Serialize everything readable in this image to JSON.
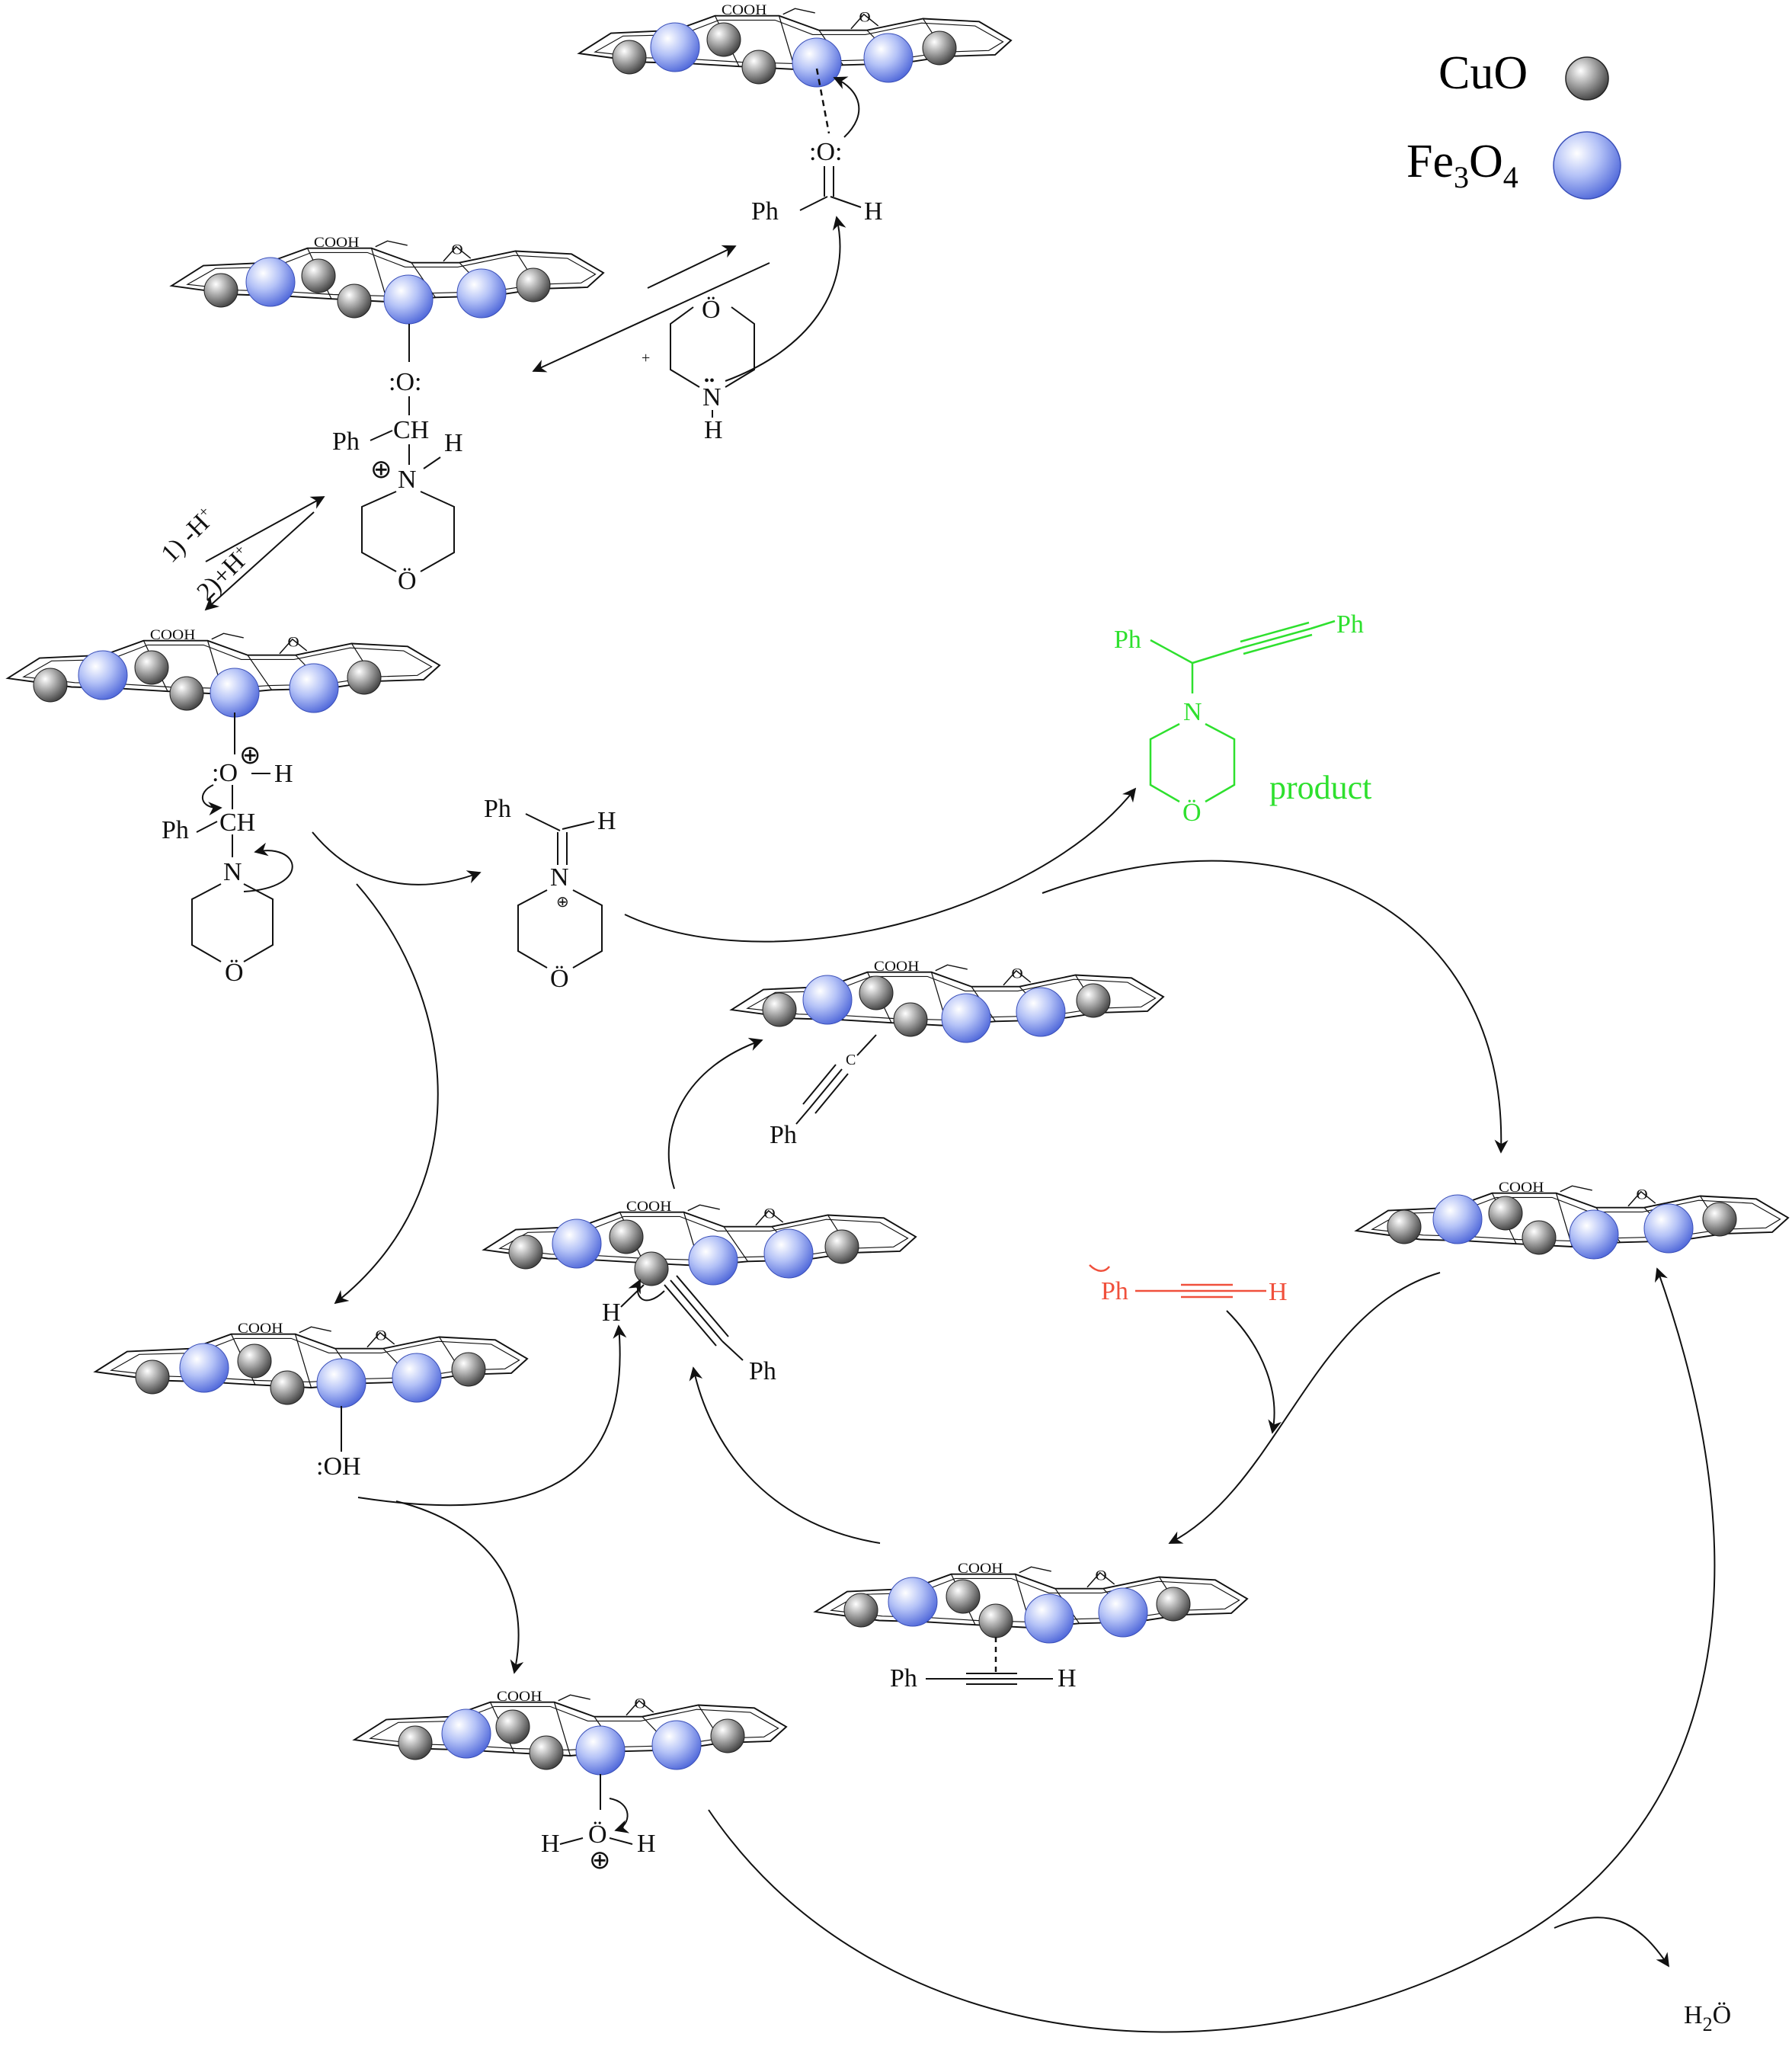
{
  "legend": {
    "cuo_label": "CuO",
    "fe3o4_prefix": "Fe",
    "fe3o4_sub1": "3",
    "fe3o4_mid": "O",
    "fe3o4_sub2": "4"
  },
  "colors": {
    "fe3o4_sphere": "#8fa2ee",
    "cuo_sphere": "#8c8c8c",
    "product_green": "#2ee02e",
    "reactant_red": "#f0503c",
    "line": "#111111"
  },
  "icons": [
    "cuo-sphere-icon",
    "fe3o4-sphere-icon",
    "curved-arrow-icon",
    "equilibrium-arrow-icon"
  ],
  "catalyst": {
    "cooh": "COOH",
    "bridge_o": "O"
  },
  "step1": {
    "ph": "Ph",
    "carbonyl_o": ":O:",
    "h": "H"
  },
  "morpholine": {
    "plus": "+",
    "o": "Ö",
    "n": "N",
    "h": "H",
    "dots": "••"
  },
  "hemiaminal": {
    "o": ":O:",
    "ph": "Ph",
    "ch": "CH",
    "h": "H",
    "n": "N",
    "plus": "⊕",
    "ring_o": "Ö"
  },
  "proton_step": {
    "minus_h": "1) -H",
    "plus_h": "2)+H",
    "sup": "+"
  },
  "oxonium": {
    "o": ":O",
    "plus": "⊕",
    "h": "H",
    "ph": "Ph",
    "ch": "CH",
    "n": "N",
    "ring_o": "Ö"
  },
  "iminium": {
    "ph": "Ph",
    "h": "H",
    "n": "N",
    "plus": "⊕",
    "ring_o": "Ö"
  },
  "product": {
    "ph1": "Ph",
    "ph2": "Ph",
    "n": "N",
    "o": "Ö",
    "label": "product"
  },
  "acetylide": {
    "c": "C",
    "ph": "Ph"
  },
  "alkyne_complex": {
    "h": "H",
    "ph": "Ph"
  },
  "hydroxide": {
    "oh": ":OH"
  },
  "water_complex": {
    "h1": "H",
    "o": "Ö",
    "h2": "H",
    "plus": "⊕"
  },
  "phenylacetylene": {
    "ph": "Ph",
    "h": "H"
  },
  "pi_complex": {
    "ph": "Ph",
    "h": "H"
  },
  "water": {
    "h2": "H",
    "sub": "2",
    "o": "Ö"
  }
}
